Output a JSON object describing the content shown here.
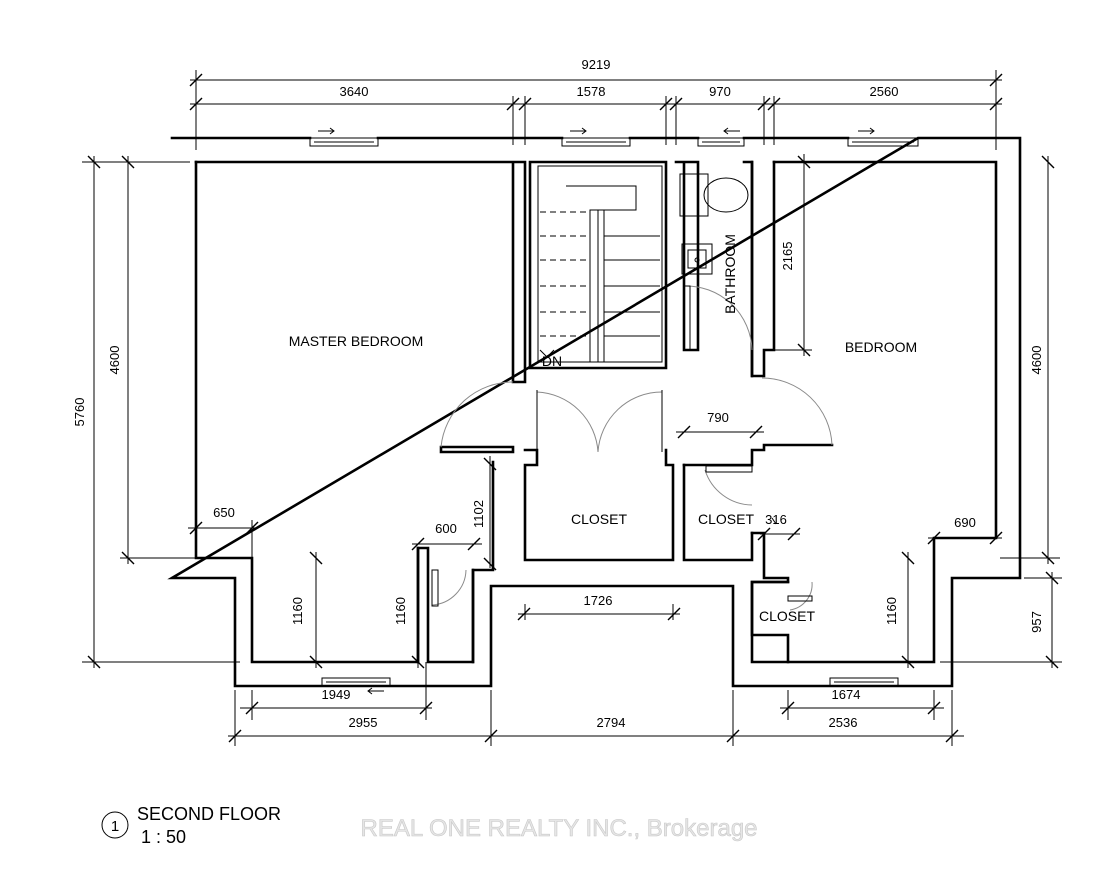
{
  "rooms": {
    "master": "MASTER BEDROOM",
    "bedroom": "BEDROOM",
    "bathroom": "BATHROOM",
    "closet1": "CLOSET",
    "closet2": "CLOSET",
    "closet3": "CLOSET",
    "stair_dn": "DN"
  },
  "dims": {
    "overall_width": "9219",
    "top_1": "3640",
    "top_2": "1578",
    "top_3": "970",
    "top_4": "2560",
    "left_outer": "5760",
    "left_inner": "4600",
    "right_inner": "4600",
    "right_bottom": "957",
    "bath_height": "2165",
    "door_790": "790",
    "d650": "650",
    "d600": "600",
    "d1102": "1102",
    "d316": "316",
    "d690": "690",
    "d1160_a": "1160",
    "d1160_b": "1160",
    "d1160_c": "1160",
    "d1726": "1726",
    "d1949": "1949",
    "d1674": "1674",
    "bottom_1": "2955",
    "bottom_2": "2794",
    "bottom_3": "2536"
  },
  "title": {
    "number": "1",
    "name": "SECOND FLOOR",
    "scale": "1 : 50"
  },
  "watermark": "REAL ONE REALTY INC., Brokerage"
}
